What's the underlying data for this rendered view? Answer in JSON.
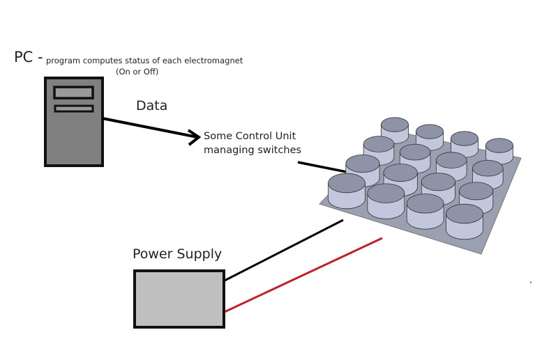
{
  "pc": {
    "title": "PC -",
    "description": "program computes status of each electromagnet",
    "description_note": "(On or Off)"
  },
  "data_label": "Data",
  "control_unit": {
    "line1": "Some Control Unit",
    "line2": "managing switches"
  },
  "power_supply": {
    "label": "Power Supply"
  },
  "electromagnet_grid": {
    "rows": 4,
    "cols": 4,
    "count": 16
  },
  "colors": {
    "pc_fill": "#808080",
    "psu_fill": "#c0c0c0",
    "wire_black": "#000000",
    "wire_red": "#c0202a",
    "plate": "#9a9fae",
    "magnet_top": "#8e93a8",
    "magnet_side": "#c3c7dc"
  }
}
